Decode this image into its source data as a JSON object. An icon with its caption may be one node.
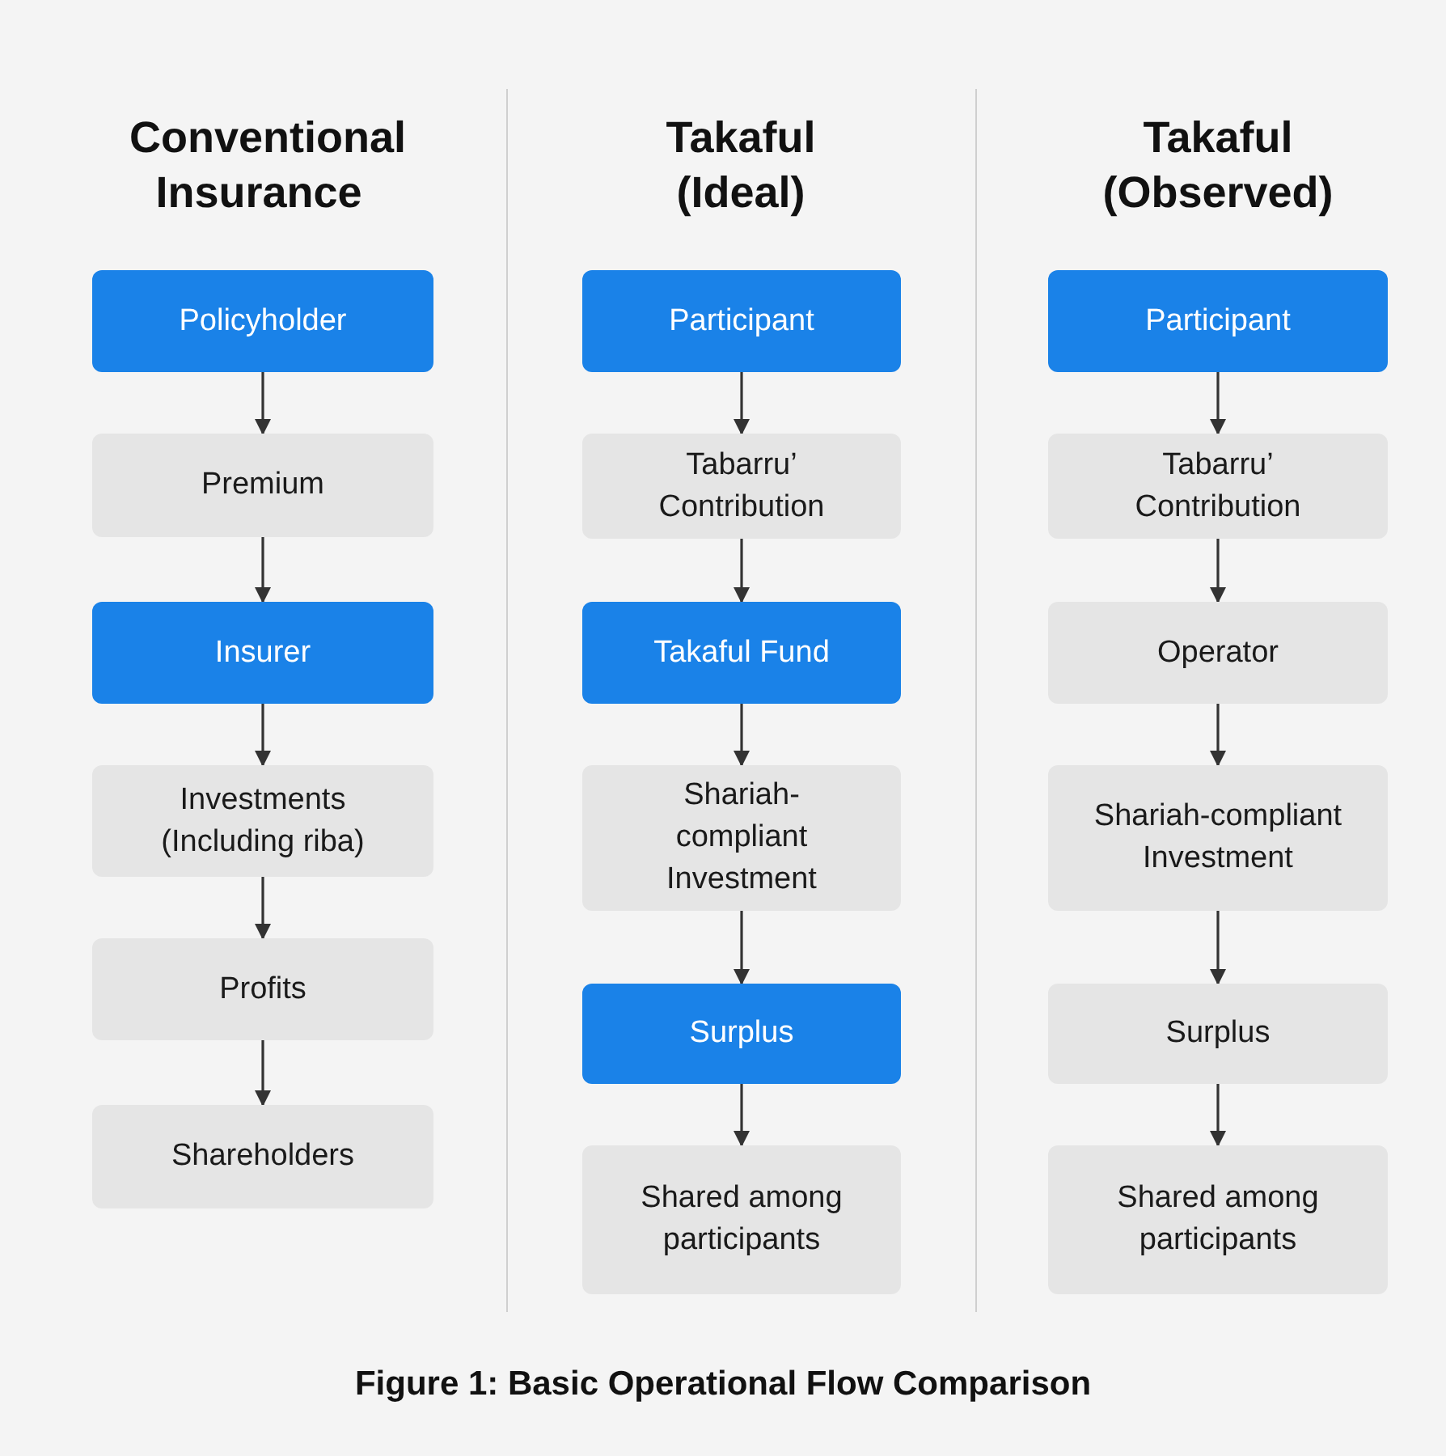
{
  "diagram": {
    "caption": "Figure 1: Basic Operational Flow Comparison",
    "nodes": [
      {
        "text": [
          "Policyholder"
        ]
      },
      {
        "text": [
          "Premium"
        ]
      },
      {
        "text": [
          "Insurer"
        ]
      },
      {
        "text": [
          "Investments (Including riba)"
        ]
      },
      {
        "text": [
          "Profits"
        ]
      },
      {
        "text": [
          "Shareholders"
        ]
      },
      {
        "text": [
          "Participant"
        ]
      },
      {
        "text": [
          "Tabarru’ Contribution"
        ]
      },
      {
        "text": [
          "Takaful Fund"
        ]
      },
      {
        "text": [
          "Shariah-compliant Investment"
        ]
      },
      {
        "text": [
          "Surplus"
        ]
      },
      {
        "text": [
          "Shared among participants"
        ]
      },
      {
        "text": [
          "Participant"
        ]
      },
      {
        "text": [
          "Tabarru’ Contribution"
        ]
      },
      {
        "text": [
          "Operator"
        ]
      },
      {
        "text": [
          "Shariah-compliant Investment"
        ]
      },
      {
        "text": [
          "Surplus"
        ]
      },
      {
        "text": [
          "Shared among participants"
        ]
      }
    ],
    "edges": [
      {
        "from": 0,
        "to": 1,
        "arrow": "to"
      },
      {
        "from": 1,
        "to": 2,
        "arrow": "to"
      },
      {
        "from": 2,
        "to": 3,
        "arrow": "to"
      },
      {
        "from": 3,
        "to": 4,
        "arrow": "to"
      },
      {
        "from": 4,
        "to": 5,
        "arrow": "to"
      },
      {
        "from": 6,
        "to": 7,
        "arrow": "to"
      },
      {
        "from": 7,
        "to": 8,
        "arrow": "to"
      },
      {
        "from": 8,
        "to": 9,
        "arrow": "to"
      },
      {
        "from": 9,
        "to": 10,
        "arrow": "to"
      },
      {
        "from": 10,
        "to": 11,
        "arrow": "to"
      },
      {
        "from": 12,
        "to": 13,
        "arrow": "to"
      },
      {
        "from": 13,
        "to": 14,
        "arrow": "to"
      },
      {
        "from": 14,
        "to": 15,
        "arrow": "to"
      },
      {
        "from": 15,
        "to": 16,
        "arrow": "to"
      },
      {
        "from": 16,
        "to": 17,
        "arrow": "to"
      }
    ],
    "labels": [
      "Conventional Insurance",
      "Takaful (Ideal)",
      "Takaful (Observed)"
    ]
  }
}
